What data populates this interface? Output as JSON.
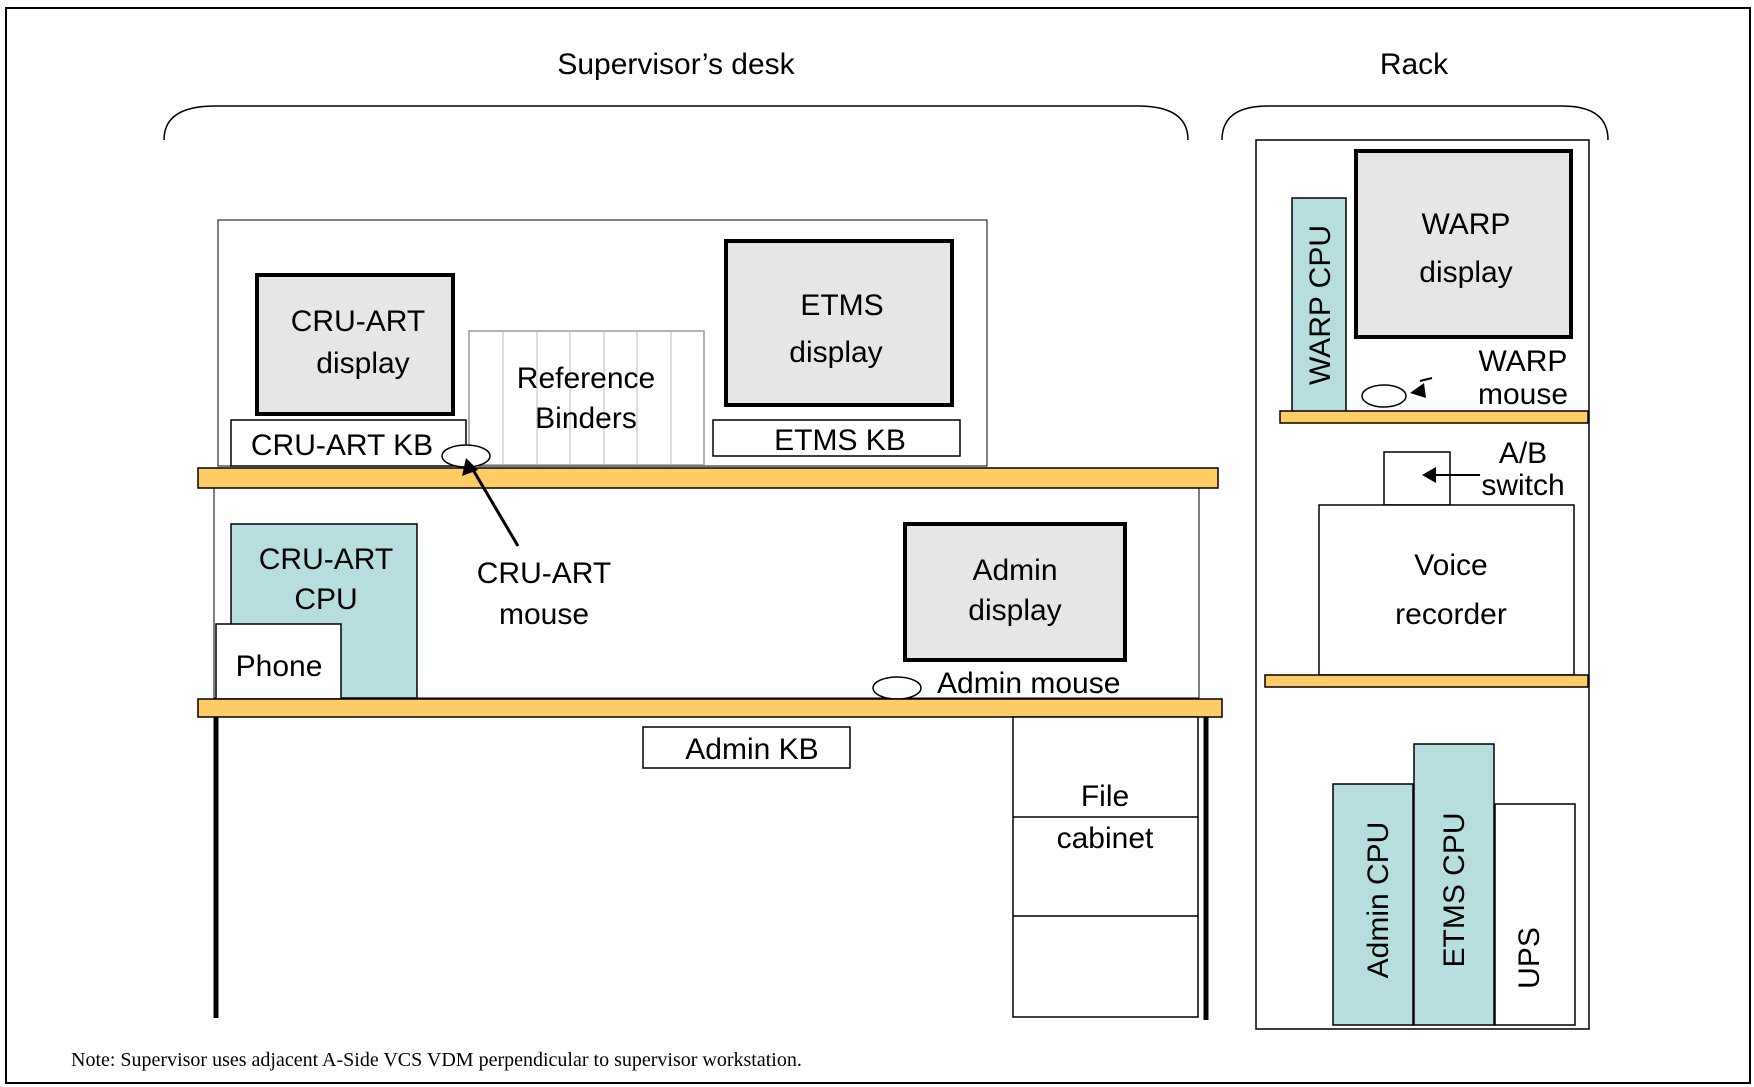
{
  "headings": {
    "desk": "Supervisor’s desk",
    "rack": "Rack"
  },
  "desk": {
    "cruart_display": [
      "CRU-ART",
      "display"
    ],
    "reference_binders": [
      "Reference",
      "Binders"
    ],
    "etms_display": [
      "ETMS",
      "display"
    ],
    "cruart_kb": "CRU-ART KB",
    "etms_kb": "ETMS KB",
    "cruart_cpu": [
      "CRU-ART",
      "CPU"
    ],
    "phone": "Phone",
    "cruart_mouse": [
      "CRU-ART",
      "mouse"
    ],
    "admin_display": [
      "Admin",
      "display"
    ],
    "admin_mouse": "Admin mouse",
    "admin_kb": "Admin KB",
    "file_cabinet": [
      "File",
      "cabinet"
    ]
  },
  "rack": {
    "warp_cpu": "WARP CPU",
    "warp_display": [
      "WARP",
      "display"
    ],
    "warp_mouse": [
      "WARP",
      "mouse"
    ],
    "ab_switch": [
      "A/B",
      "switch"
    ],
    "voice_recorder": [
      "Voice",
      "recorder"
    ],
    "admin_cpu": "Admin CPU",
    "etms_cpu": "ETMS CPU",
    "ups": "UPS"
  },
  "note": "Note: Supervisor uses adjacent A-Side VCS VDM perpendicular to supervisor workstation.",
  "colors": {
    "shelf": "#ffcc66",
    "cpu": "#b7dede",
    "display": "#e6e6e6",
    "outline": "#000000"
  }
}
